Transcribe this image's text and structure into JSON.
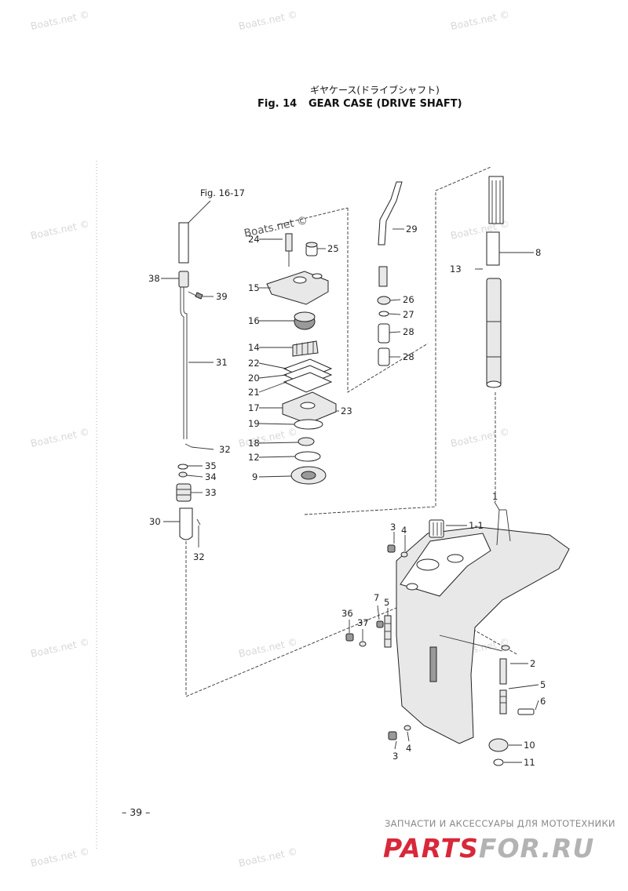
{
  "title": {
    "japanese": "ギヤケース(ドライブシャフト)",
    "fig_number": "Fig. 14",
    "english": "GEAR CASE (DRIVE SHAFT)"
  },
  "reference": "Fig. 16-17",
  "page_number": "– 39 –",
  "watermark": "Boats.net ©",
  "brand": {
    "tagline": "ЗАПЧАСТИ И АКСЕССУАРЫ ДЛЯ МОТОТЕХНИКИ",
    "name_left": "PARTS",
    "name_right": "FOR.RU",
    "color_left": "#d8283a",
    "color_right": "#b3b3b3"
  },
  "callouts": {
    "c1": "1",
    "c1_1": "1-1",
    "c2": "2",
    "c3a": "3",
    "c3b": "3",
    "c4a": "4",
    "c4b": "4",
    "c5a": "5",
    "c5b": "5",
    "c6": "6",
    "c7": "7",
    "c8": "8",
    "c9": "9",
    "c10": "10",
    "c11": "11",
    "c12": "12",
    "c13": "13",
    "c14": "14",
    "c15": "15",
    "c16": "16",
    "c17": "17",
    "c18": "18",
    "c19": "19",
    "c20": "20",
    "c21": "21",
    "c22": "22",
    "c23": "23",
    "c24": "24",
    "c25": "25",
    "c26": "26",
    "c27": "27",
    "c28a": "28",
    "c28b": "28",
    "c29": "29",
    "c30": "30",
    "c31": "31",
    "c32a": "32",
    "c32b": "32",
    "c33": "33",
    "c34": "34",
    "c35": "35",
    "c36": "36",
    "c37": "37",
    "c38": "38",
    "c39": "39"
  }
}
